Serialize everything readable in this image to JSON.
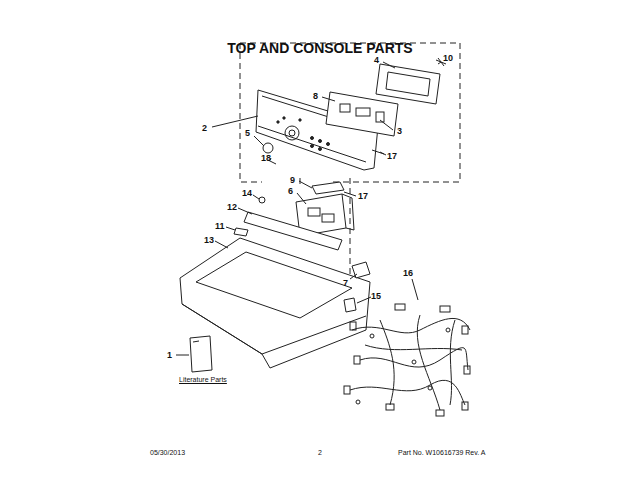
{
  "diagram": {
    "title": "TOP AND CONSOLE PARTS",
    "labels": [
      "4",
      "10",
      "8",
      "2",
      "3",
      "5",
      "18",
      "17",
      "9",
      "17",
      "14",
      "6",
      "12",
      "11",
      "13",
      "7",
      "16",
      "15",
      "1",
      "Literature Parts",
      "05/30/2013",
      "2",
      "Part No. W10616739  Rev. A"
    ]
  }
}
